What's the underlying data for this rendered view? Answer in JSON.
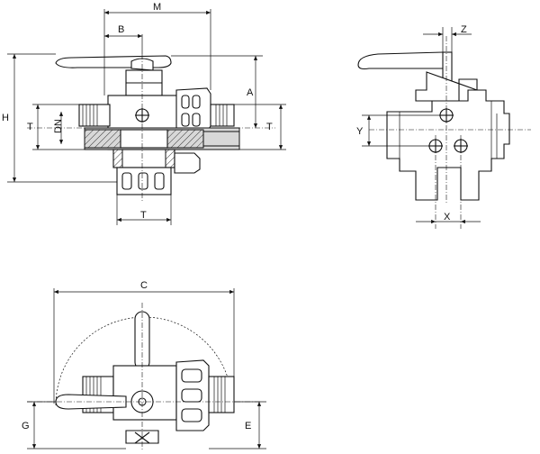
{
  "labels": {
    "M": "M",
    "B": "B",
    "A": "A",
    "H": "H",
    "T_left": "T",
    "DN": "DN",
    "T_right": "T",
    "T_bottom": "T",
    "Z": "Z",
    "Y": "Y",
    "X": "X",
    "C": "C",
    "G": "G",
    "E": "E"
  },
  "colors": {
    "line": "#111111",
    "fill": "#d8d8d8",
    "background": "#ffffff"
  }
}
